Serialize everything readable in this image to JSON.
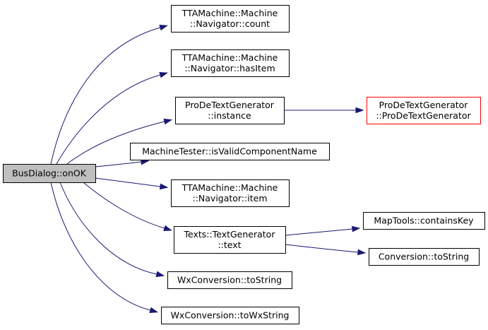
{
  "graph": {
    "nodes": [
      {
        "id": "root",
        "lines": [
          "BusDialog::onOK"
        ],
        "style": "root"
      },
      {
        "id": "count",
        "lines": [
          "TTAMachine::Machine",
          "::Navigator::count"
        ],
        "style": "normal"
      },
      {
        "id": "hasItem",
        "lines": [
          "TTAMachine::Machine",
          "::Navigator::hasItem"
        ],
        "style": "normal"
      },
      {
        "id": "instance",
        "lines": [
          "ProDeTextGenerator",
          "::instance"
        ],
        "style": "normal"
      },
      {
        "id": "ctor",
        "lines": [
          "ProDeTextGenerator",
          "::ProDeTextGenerator"
        ],
        "style": "red"
      },
      {
        "id": "valid",
        "lines": [
          "MachineTester::isValidComponentName"
        ],
        "style": "normal"
      },
      {
        "id": "item",
        "lines": [
          "TTAMachine::Machine",
          "::Navigator::item"
        ],
        "style": "normal"
      },
      {
        "id": "text",
        "lines": [
          "Texts::TextGenerator",
          "::text"
        ],
        "style": "normal"
      },
      {
        "id": "contains",
        "lines": [
          "MapTools::containsKey"
        ],
        "style": "normal"
      },
      {
        "id": "convToString",
        "lines": [
          "Conversion::toString"
        ],
        "style": "normal"
      },
      {
        "id": "wxToString",
        "lines": [
          "WxConversion::toString"
        ],
        "style": "normal"
      },
      {
        "id": "wxToWxString",
        "lines": [
          "WxConversion::toWxString"
        ],
        "style": "normal"
      }
    ],
    "edges": [
      {
        "from": "root",
        "to": "count"
      },
      {
        "from": "root",
        "to": "hasItem"
      },
      {
        "from": "root",
        "to": "instance"
      },
      {
        "from": "root",
        "to": "valid"
      },
      {
        "from": "root",
        "to": "item"
      },
      {
        "from": "root",
        "to": "text"
      },
      {
        "from": "root",
        "to": "wxToString"
      },
      {
        "from": "root",
        "to": "wxToWxString"
      },
      {
        "from": "instance",
        "to": "ctor"
      },
      {
        "from": "text",
        "to": "contains"
      },
      {
        "from": "text",
        "to": "convToString"
      }
    ],
    "colors": {
      "edge": "#191970",
      "root_fill": "#bfbfbf",
      "node_border": "#000000",
      "highlight_border": "#ff0000"
    }
  }
}
